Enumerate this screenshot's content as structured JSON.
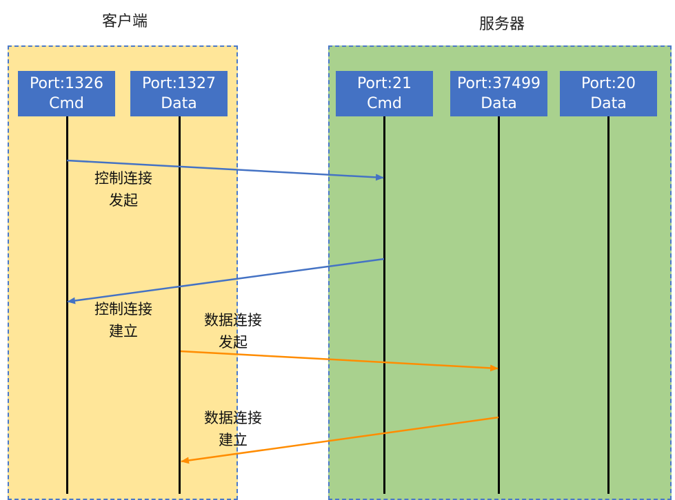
{
  "zones": {
    "client": {
      "title": "客户端",
      "color": "#ffe699"
    },
    "server": {
      "title": "服务器",
      "color": "#a9d18e"
    }
  },
  "ports": [
    {
      "id": "client-cmd",
      "port": "Port:1326",
      "kind": "Cmd"
    },
    {
      "id": "client-data",
      "port": "Port:1327",
      "kind": "Data"
    },
    {
      "id": "server-cmd",
      "port": "Port:21",
      "kind": "Cmd"
    },
    {
      "id": "server-data-37499",
      "port": "Port:37499",
      "kind": "Data"
    },
    {
      "id": "server-data-20",
      "port": "Port:20",
      "kind": "Data"
    }
  ],
  "messages": [
    {
      "line1": "控制连接",
      "line2": "发起",
      "color": "#4472c4"
    },
    {
      "line1": "控制连接",
      "line2": "建立",
      "color": "#4472c4"
    },
    {
      "line1": "数据连接",
      "line2": "发起",
      "color": "#ff8c00"
    },
    {
      "line1": "数据连接",
      "line2": "建立",
      "color": "#ff8c00"
    }
  ],
  "colors": {
    "port_box": "#4472c4",
    "border": "#4a78c8",
    "control_arrow": "#4472c4",
    "data_arrow": "#ff8c00"
  }
}
